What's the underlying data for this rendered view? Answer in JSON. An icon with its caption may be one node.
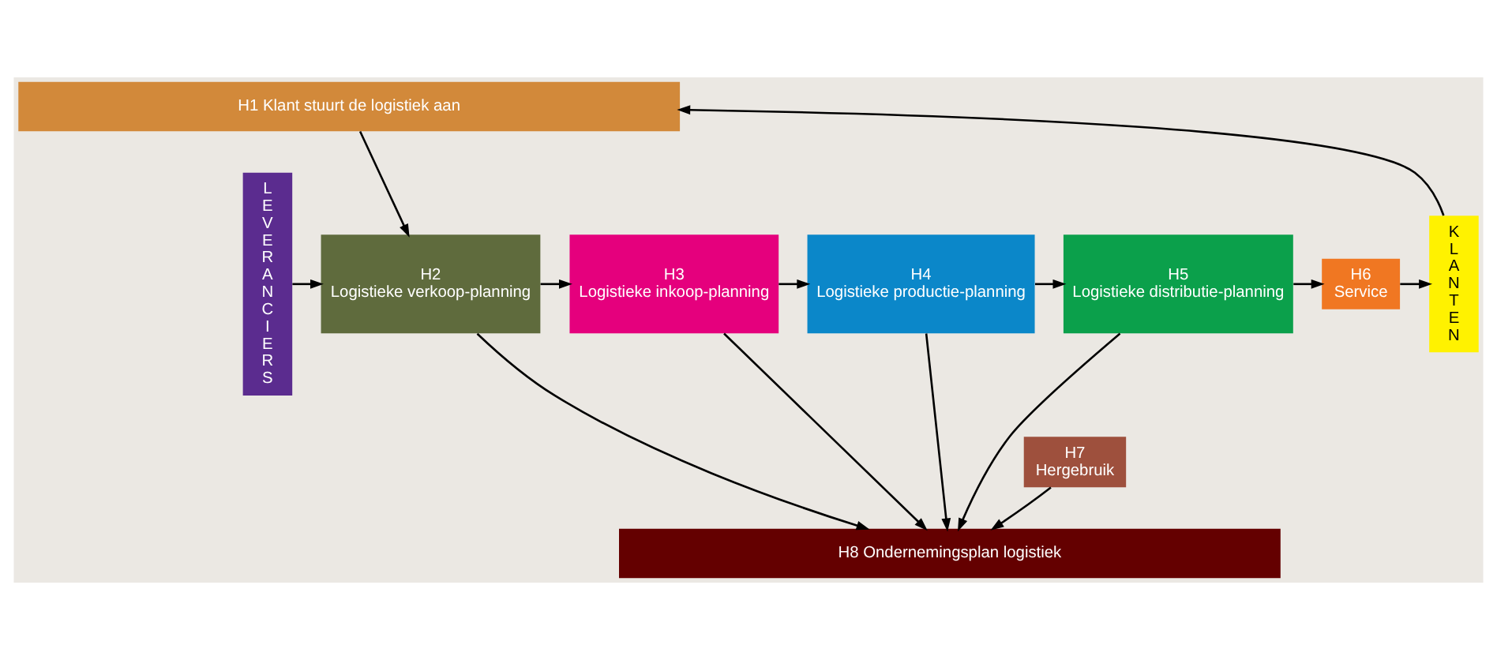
{
  "diagram": {
    "nodes": [
      {
        "text": [
          "LEVERANCIERS"
        ]
      },
      {
        "text": [
          "H1 Klant stuurt de logistiek aan"
        ]
      },
      {
        "text": [
          "H2",
          "Logistieke verkoop-planning"
        ]
      },
      {
        "text": [
          "H3",
          "Logistieke inkoop-planning"
        ]
      },
      {
        "text": [
          "H4",
          "Logistieke productie-planning"
        ]
      },
      {
        "text": [
          "H5",
          "Logistieke distributie-planning"
        ]
      },
      {
        "text": [
          "H6",
          "Service"
        ]
      },
      {
        "text": [
          "H7",
          "Hergebruik"
        ]
      },
      {
        "text": [
          "H8 Ondernemingsplan logistiek"
        ]
      },
      {
        "text": [
          "KLANTEN"
        ]
      }
    ],
    "edges": [
      {
        "from": 9,
        "to": 1,
        "arrow": "to"
      },
      {
        "from": 1,
        "to": 2,
        "arrow": "to"
      },
      {
        "from": 0,
        "to": 2,
        "arrow": "to"
      },
      {
        "from": 2,
        "to": 3,
        "arrow": "to"
      },
      {
        "from": 3,
        "to": 4,
        "arrow": "to"
      },
      {
        "from": 4,
        "to": 5,
        "arrow": "to"
      },
      {
        "from": 5,
        "to": 6,
        "arrow": "to"
      },
      {
        "from": 6,
        "to": 9,
        "arrow": "to"
      },
      {
        "from": 2,
        "to": 8,
        "arrow": "to"
      },
      {
        "from": 3,
        "to": 8,
        "arrow": "to"
      },
      {
        "from": 4,
        "to": 8,
        "arrow": "to"
      },
      {
        "from": 5,
        "to": 8,
        "arrow": "to"
      },
      {
        "from": 7,
        "to": 8,
        "arrow": "to"
      }
    ]
  }
}
